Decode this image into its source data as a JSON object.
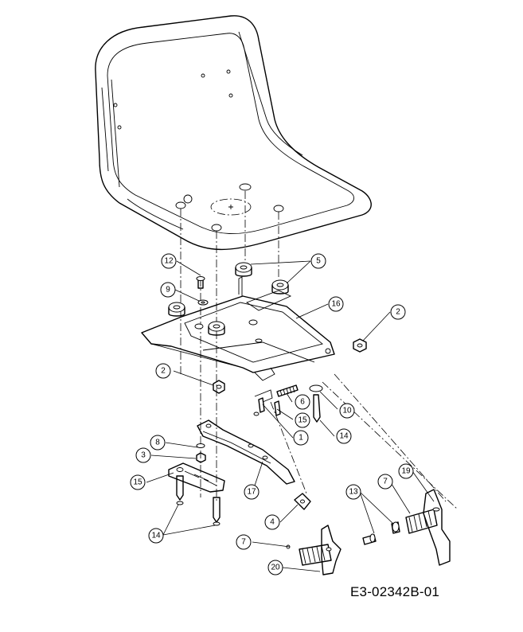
{
  "drawing": {
    "id": "E3-02342B-01"
  },
  "callouts": [
    {
      "label": "12"
    },
    {
      "label": "5"
    },
    {
      "label": "9"
    },
    {
      "label": "16"
    },
    {
      "label": "2"
    },
    {
      "label": "2"
    },
    {
      "label": "6"
    },
    {
      "label": "10"
    },
    {
      "label": "15"
    },
    {
      "label": "1"
    },
    {
      "label": "14"
    },
    {
      "label": "8"
    },
    {
      "label": "3"
    },
    {
      "label": "15"
    },
    {
      "label": "17"
    },
    {
      "label": "14"
    },
    {
      "label": "4"
    },
    {
      "label": "13"
    },
    {
      "label": "7"
    },
    {
      "label": "19"
    },
    {
      "label": "7"
    },
    {
      "label": "20"
    }
  ]
}
